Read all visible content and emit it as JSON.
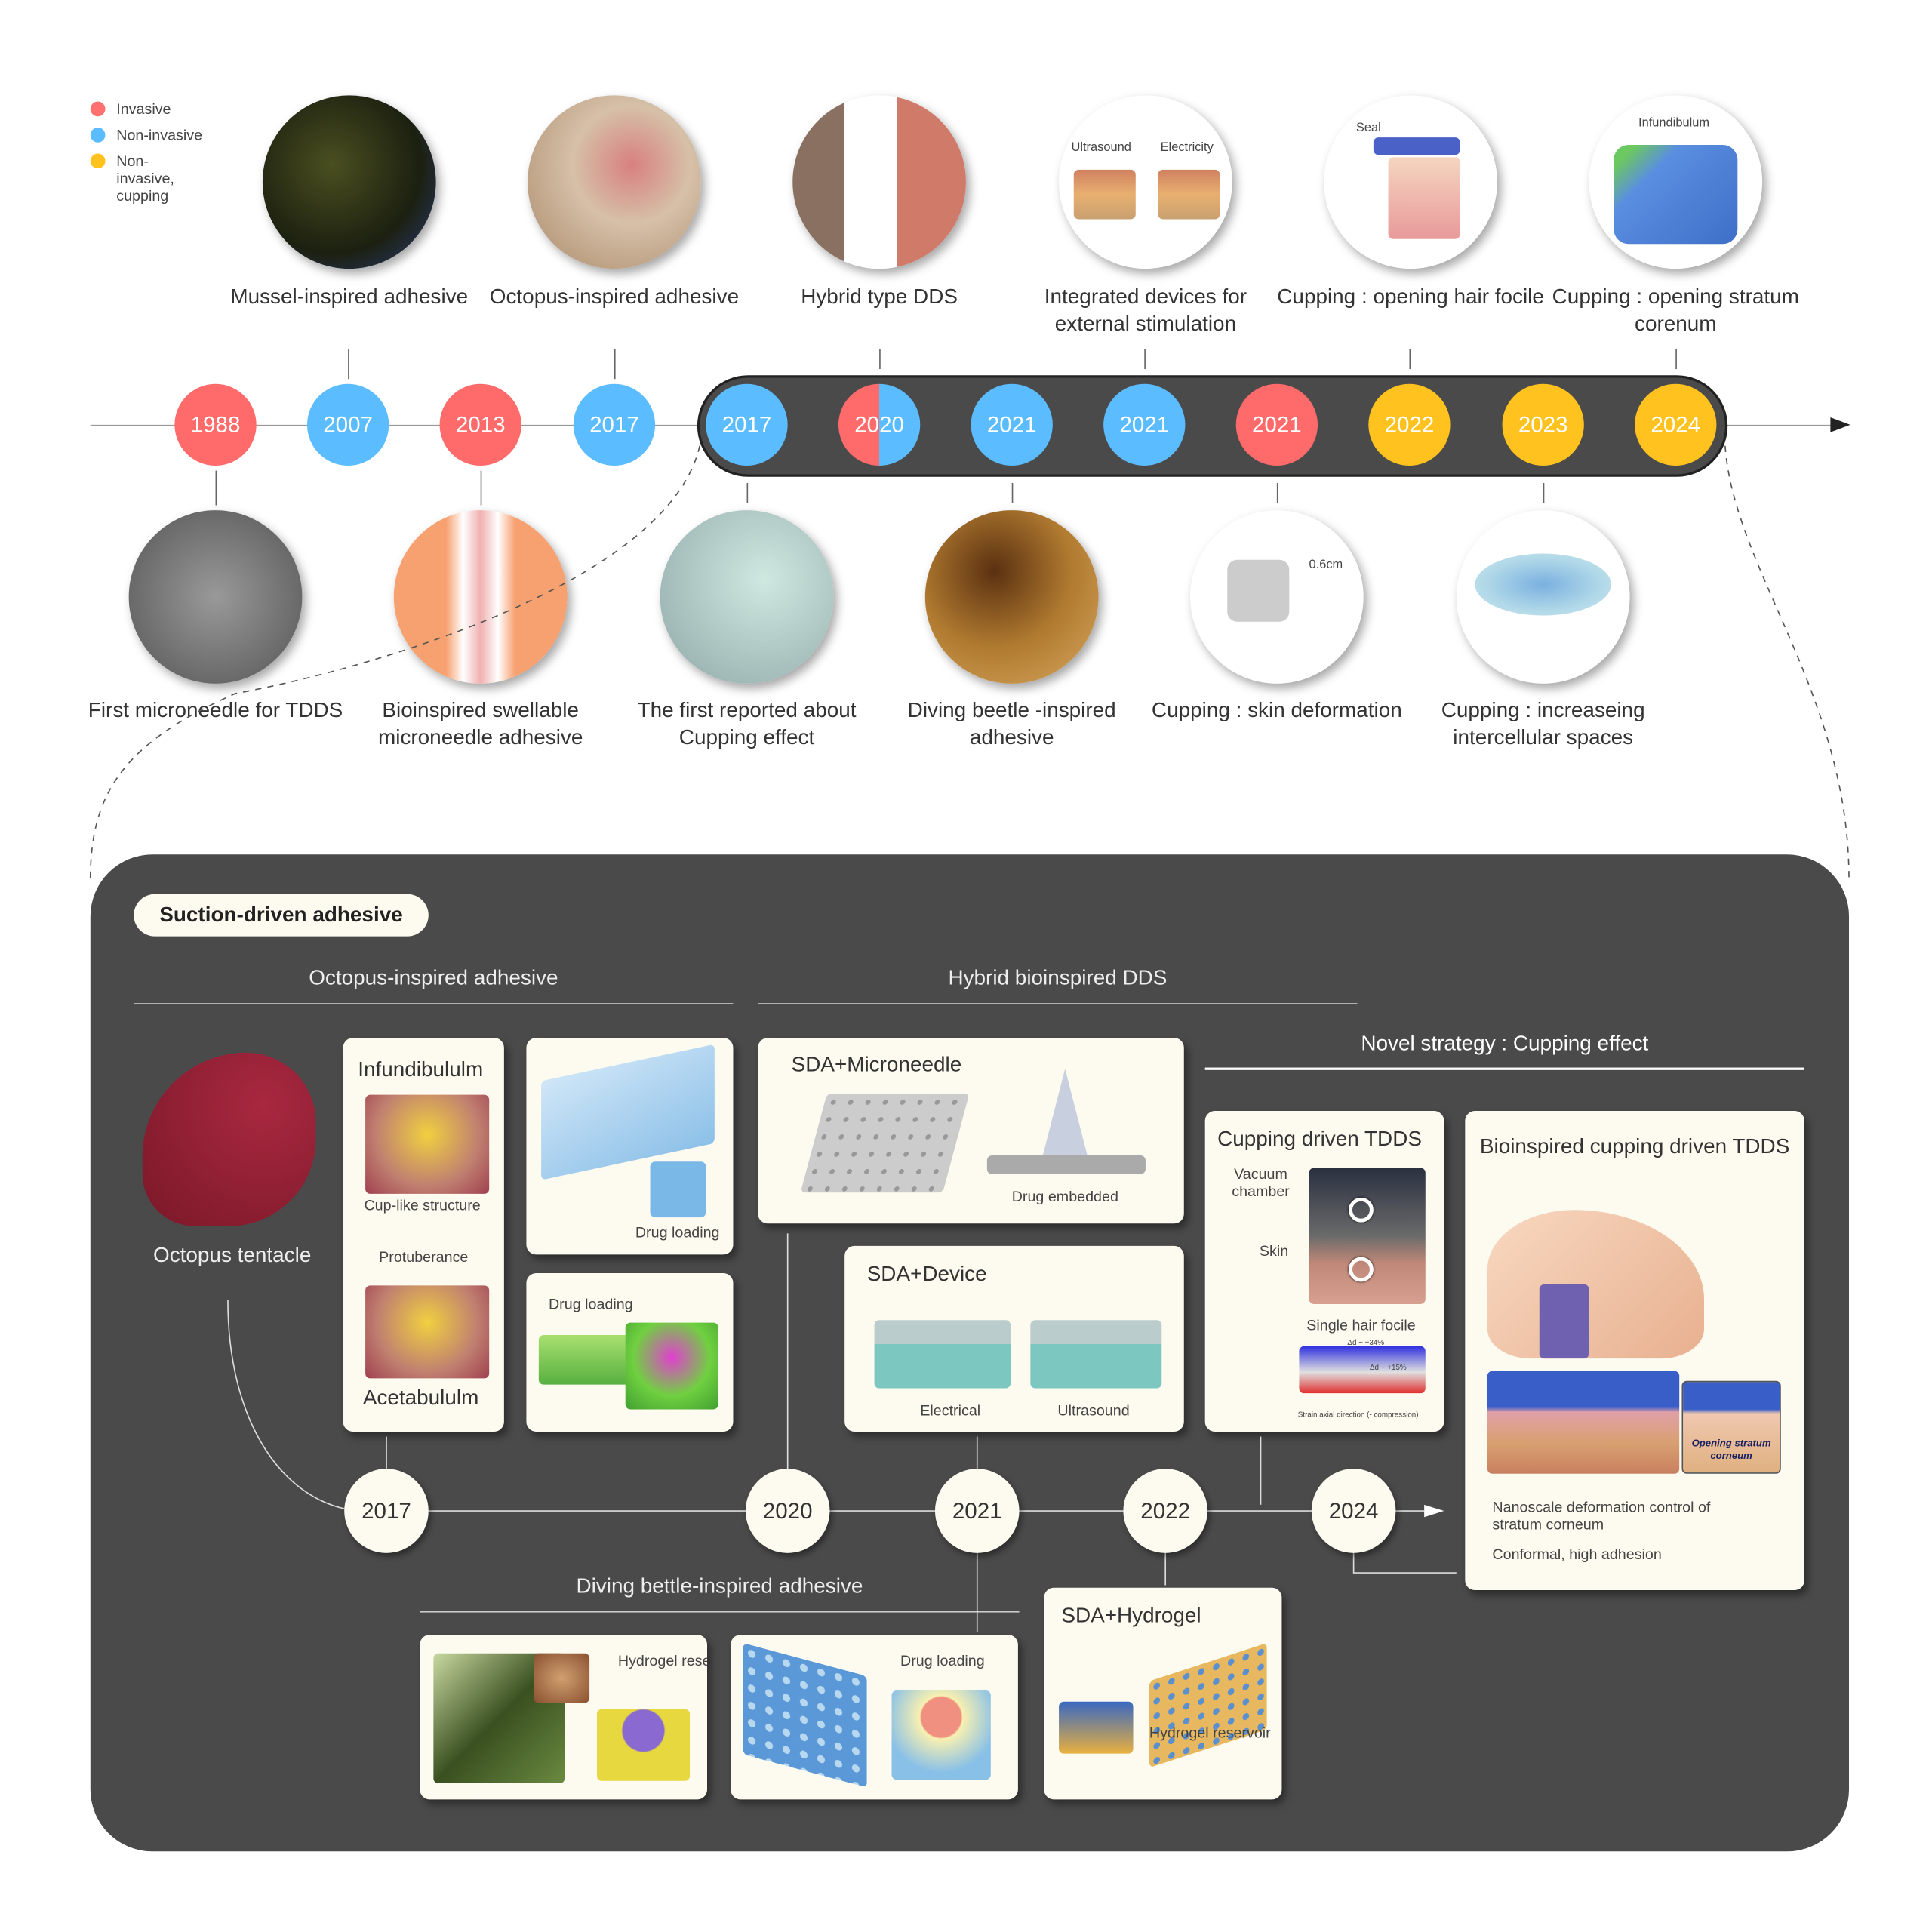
{
  "legend": [
    {
      "label": "Invasive",
      "color": "#ff7070"
    },
    {
      "label": "Non-invasive",
      "color": "#5bbcff"
    },
    {
      "label": "Non-invasive, cupping",
      "color": "#ffc21f"
    }
  ],
  "top_items": [
    {
      "label": "Mussel-inspired adhesive"
    },
    {
      "label": "Octopus-inspired adhesive"
    },
    {
      "label": "Hybrid type DDS"
    },
    {
      "label": "Integrated devices for external stimulation",
      "tags": [
        "Ultrasound",
        "Electricity"
      ]
    },
    {
      "label": "Cupping : opening hair focile",
      "tags": [
        "Seal"
      ]
    },
    {
      "label": "Cupping : opening stratum corenum",
      "tags": [
        "Infundibulum"
      ]
    }
  ],
  "years": [
    {
      "year": "1988",
      "type": "invasive"
    },
    {
      "year": "2007",
      "type": "non-invasive"
    },
    {
      "year": "2013",
      "type": "invasive"
    },
    {
      "year": "2017",
      "type": "non-invasive"
    },
    {
      "year": "2017",
      "type": "non-invasive"
    },
    {
      "year": "2020",
      "type": "hybrid"
    },
    {
      "year": "2021",
      "type": "non-invasive"
    },
    {
      "year": "2021",
      "type": "non-invasive"
    },
    {
      "year": "2021",
      "type": "invasive"
    },
    {
      "year": "2022",
      "type": "cupping"
    },
    {
      "year": "2023",
      "type": "cupping"
    },
    {
      "year": "2024",
      "type": "cupping"
    }
  ],
  "bottom_items": [
    {
      "label": "First microneedle for TDDS"
    },
    {
      "label": "Bioinspired swellable microneedle adhesive"
    },
    {
      "label": "The first reported about Cupping effect"
    },
    {
      "label": "Diving beetle -inspired adhesive"
    },
    {
      "label": "Cupping : skin deformation",
      "tags": [
        "0.6cm"
      ]
    },
    {
      "label": "Cupping : increaseing intercellular spaces"
    }
  ],
  "panel": {
    "badge": "Suction-driven adhesive",
    "sections": {
      "octopus": "Octopus-inspired adhesive",
      "hybrid": "Hybrid bioinspired DDS",
      "novel": "Novel strategy : Cupping effect",
      "beetle": "Diving bettle-inspired adhesive"
    },
    "tentacle": "Octopus tentacle",
    "infundibulum_card": {
      "title": "Infundibululm",
      "cup": "Cup-like structure",
      "prot": "Protuberance",
      "acet": "Acetabululm"
    },
    "drug1": "Drug loading",
    "drug2": "Drug loading",
    "microneedle": {
      "title": "SDA+Microneedle",
      "note": "Drug embedded"
    },
    "device": {
      "title": "SDA+Device",
      "elec": "Electrical",
      "us": "Ultrasound"
    },
    "cupping": {
      "title": "Cupping driven TDDS",
      "vac": "Vacuum chamber",
      "skin": "Skin",
      "hair": "Single hair focile",
      "d1": "Δd ~ +34%",
      "d2": "Δd ~ +15%",
      "axis": "Strain axial direction (- compression)"
    },
    "bio": {
      "title": "Bioinspired cupping driven TDDS",
      "opening": "Opening stratum corneum",
      "t1": "Nanoscale deformation control of stratum corneum",
      "t2": "Conformal, high adhesion"
    },
    "beetle1": {
      "note": "Hydrogel reservoir"
    },
    "beetle2": {
      "note": "Drug loading"
    },
    "hydrogel": {
      "title": "SDA+Hydrogel",
      "note": "Hydrogel reservoir"
    },
    "timeline": [
      "2017",
      "2020",
      "2021",
      "2022",
      "2024"
    ]
  }
}
